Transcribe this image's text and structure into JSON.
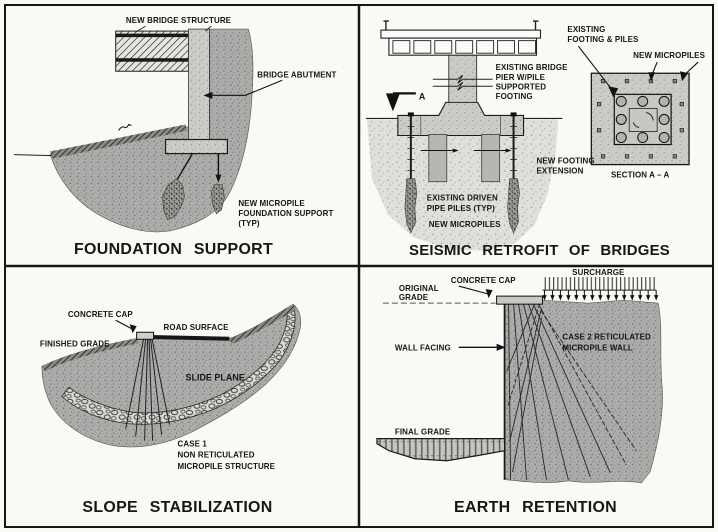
{
  "figure": {
    "description": "Micropile applications four-panel figure",
    "palette": {
      "paper": "#faf9f6",
      "ink": "#161616",
      "soil": "#adacaa",
      "concrete": "#cccbc7",
      "pile_gray": "#b7b6b2"
    }
  },
  "foundation_support": {
    "title": "FOUNDATION SUPPORT",
    "labels": {
      "new_bridge_structure": "NEW BRIDGE STRUCTURE",
      "bridge_abutment": "BRIDGE ABUTMENT",
      "new_micropile_l1": "NEW MICROPILE",
      "new_micropile_l2": "FOUNDATION SUPPORT",
      "new_micropile_l3": "(TYP)"
    }
  },
  "seismic_retrofit": {
    "title": "SEISMIC RETROFIT OF BRIDGES",
    "labels": {
      "existing_footing_l1": "EXISTING",
      "existing_footing_l2": "FOOTING & PILES",
      "new_micropiles_plan": "NEW MICROPILES",
      "existing_pier_l1": "EXISTING BRIDGE",
      "existing_pier_l2": "PIER W/PILE",
      "existing_pier_l3": "SUPPORTED",
      "existing_pier_l4": "FOOTING",
      "section_cut": "A",
      "new_footing_l1": "NEW FOOTING",
      "new_footing_l2": "EXTENSION",
      "existing_piles_l1": "EXISTING DRIVEN",
      "existing_piles_l2": "PIPE PILES (TYP)",
      "new_micropiles_elev": "NEW MICROPILES",
      "section_title": "SECTION A – A"
    }
  },
  "slope_stabilization": {
    "title": "SLOPE STABILIZATION",
    "labels": {
      "concrete_cap": "CONCRETE CAP",
      "road_surface": "ROAD SURFACE",
      "finished_grade": "FINISHED GRADE",
      "slide_plane": "SLIDE PLANE",
      "case_l1": "CASE 1",
      "case_l2": "NON  RETICULATED",
      "case_l3": "MICROPILE STRUCTURE"
    }
  },
  "earth_retention": {
    "title": "EARTH RETENTION",
    "labels": {
      "original_grade_l1": "ORIGINAL",
      "original_grade_l2": "GRADE",
      "concrete_cap": "CONCRETE CAP",
      "surcharge": "SURCHARGE",
      "case_l1": "CASE 2 RETICULATED",
      "case_l2": "MICROPILE WALL",
      "wall_facing": "WALL FACING",
      "final_grade": "FINAL GRADE"
    }
  }
}
